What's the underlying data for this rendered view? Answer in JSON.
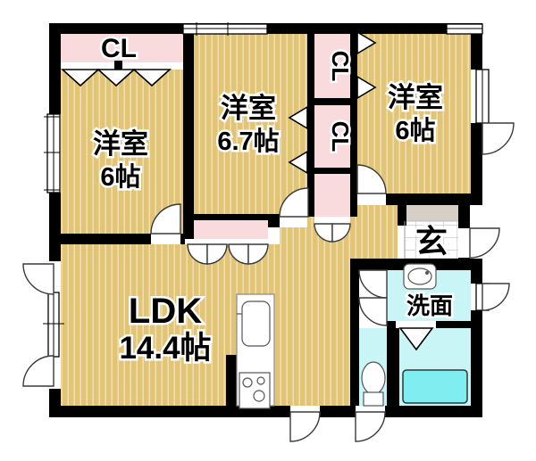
{
  "title": "floor-plan",
  "colors": {
    "wall": "#000000",
    "floor_wood": "#e2c478",
    "floor_stripe": "#f0dfa8",
    "closet_pink": "#fadbdd",
    "wet_cyan": "#c9f5f7",
    "bathtub_cyan": "#80eef0",
    "porch_gray": "#d5cfc5",
    "tile_line": "#bfbfbf"
  },
  "rooms": {
    "closet_top_left": {
      "label": "CL"
    },
    "bedroom_left": {
      "name": "洋室",
      "size": "6帖"
    },
    "bedroom_middle": {
      "name": "洋室",
      "size": "6.7帖"
    },
    "bedroom_right": {
      "name": "洋室",
      "size": "6帖"
    },
    "closet_upper": {
      "label": "CL"
    },
    "closet_lower": {
      "label": "CL"
    },
    "entrance": {
      "label": "玄"
    },
    "washroom": {
      "label": "洗面"
    },
    "ldk": {
      "name": "LDK",
      "size": "14.4帖"
    }
  }
}
